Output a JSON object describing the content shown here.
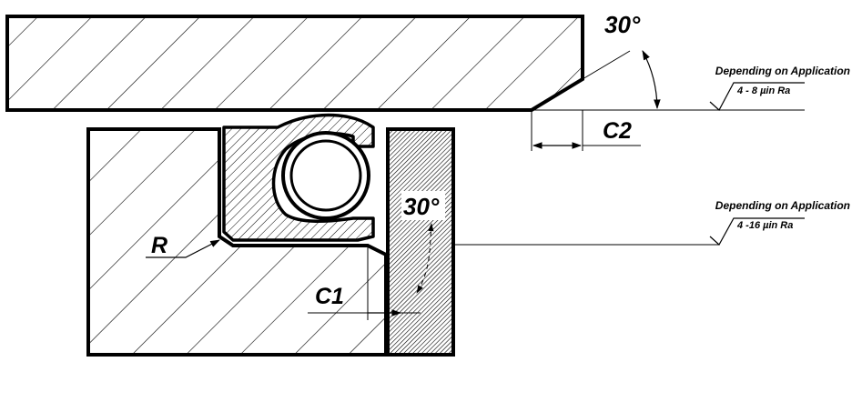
{
  "labels": {
    "angle_top": "30°",
    "angle_mid": "30°",
    "c2": "C2",
    "c1": "C1",
    "r": "R"
  },
  "notes": {
    "top": {
      "title": "Depending on Application",
      "finish": "4 - 8 µin Ra"
    },
    "mid": {
      "title": "Depending on Application",
      "finish": "4 -16 µin Ra"
    }
  }
}
